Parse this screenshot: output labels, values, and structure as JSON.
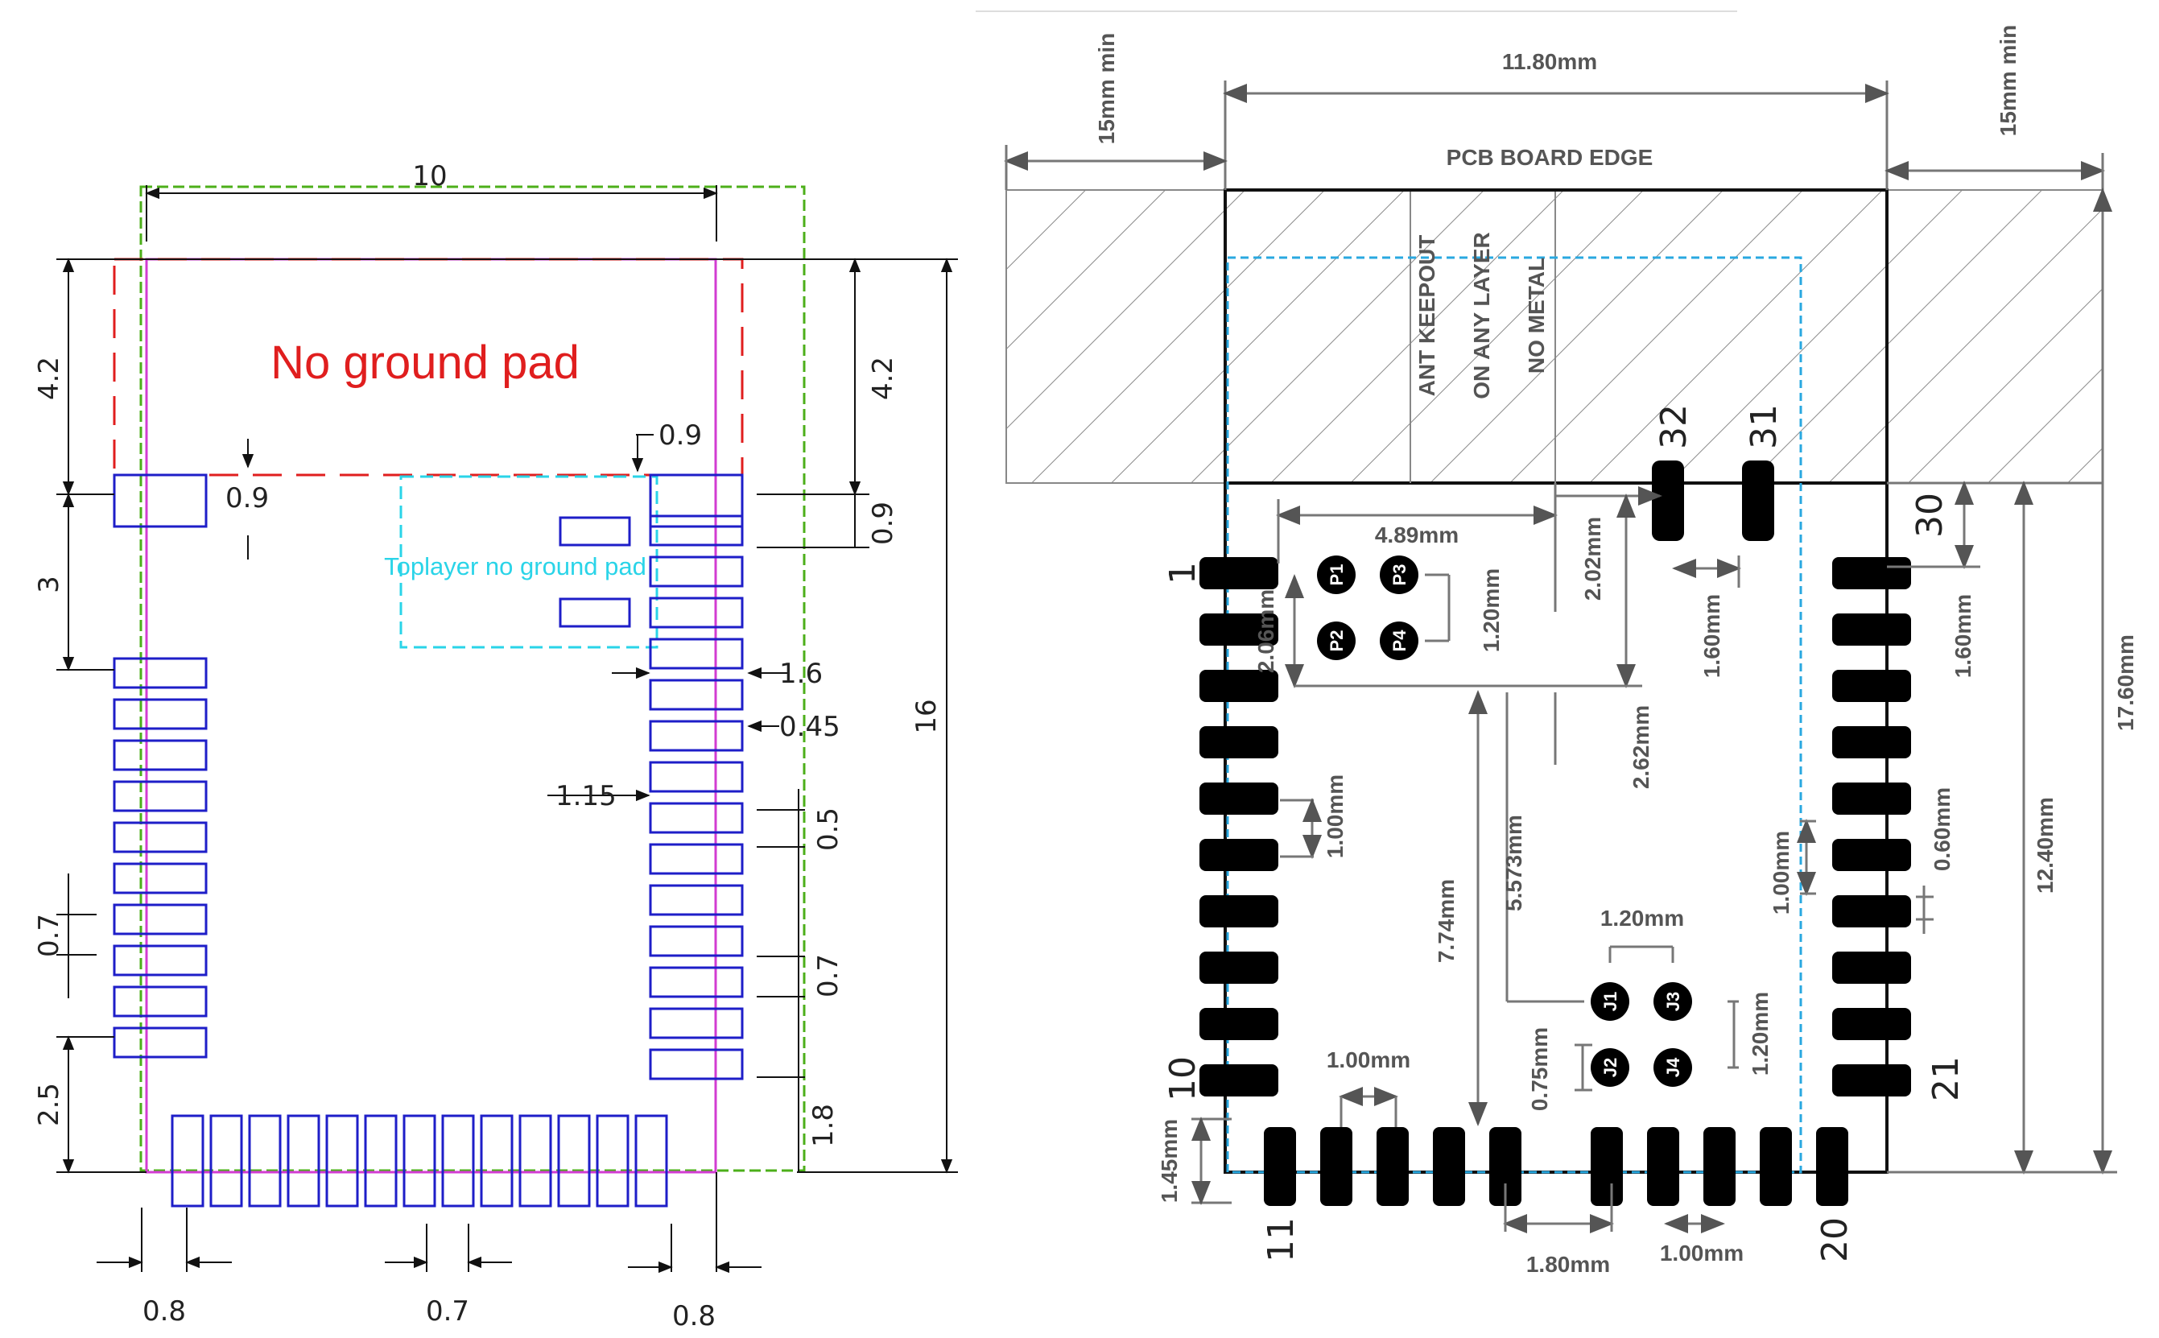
{
  "left_drawing": {
    "overall_width": "10",
    "antenna_keepout_height_left": "4.2",
    "antenna_keepout_height_right": "4.2",
    "no_ground_label": "No ground pad",
    "top_pad_offset": "0.9",
    "right_pad_offset": "0.9",
    "pad_gap_right": "0.9",
    "left_gap_3": "3",
    "toplayer_label": "Toplayer no ground pad",
    "pad_length": "1.6",
    "pad_width": "0.45",
    "inset": "1.15",
    "gap_05": "0.5",
    "overall_height": "16",
    "pitch_left": "0.7",
    "pitch_right": "0.7",
    "bottom_left": "2.5",
    "bottom_right": "1.8",
    "dim_08_left": "0.8",
    "dim_07_bottom": "0.7",
    "dim_08_right": "0.8",
    "colors": {
      "pad": "#1e1ec8",
      "keepout": "#e01e1e",
      "outline": "#d23cd2",
      "body": "#4caf1a",
      "toplayer": "#2ad4e8"
    }
  },
  "right_drawing": {
    "clear_left": "15mm min",
    "clear_right": "15mm min",
    "top_width": "11.80mm",
    "board_edge": "PCB BOARD EDGE",
    "keepout_line1": "ANT KEEPOUT",
    "keepout_line2": "ON ANY LAYER",
    "keepout_line3": "NO METAL",
    "pin_32": "32",
    "pin_31": "31",
    "pin_30": "30",
    "pin_1": "1",
    "pin_10": "10",
    "pin_11": "11",
    "pin_20": "20",
    "pin_21": "21",
    "d_489": "4.89mm",
    "d_202": "2.02mm",
    "d_120_p": "1.20mm",
    "d_206": "2.06mm",
    "d_160_top": "1.60mm",
    "d_160_right": "1.60mm",
    "d_262": "2.62mm",
    "d_100_left": "1.00mm",
    "d_5573": "5.573mm",
    "d_774": "7.74mm",
    "d_120_j": "1.20mm",
    "d_120_jv": "1.20mm",
    "d_075": "0.75mm",
    "d_100_bottom": "1.00mm",
    "d_100_right": "1.00mm",
    "d_060": "0.60mm",
    "d_1240": "12.40mm",
    "d_1760": "17.60mm",
    "d_145": "1.45mm",
    "d_180": "1.80mm",
    "d_100_b2": "1.00mm",
    "test_points": [
      "P1",
      "P2",
      "P3",
      "P4"
    ],
    "jumpers": [
      "J1",
      "J2",
      "J3",
      "J4"
    ],
    "colors": {
      "pad": "#000000",
      "dim": "#777777",
      "keepout_outline": "#29a8e0"
    }
  }
}
